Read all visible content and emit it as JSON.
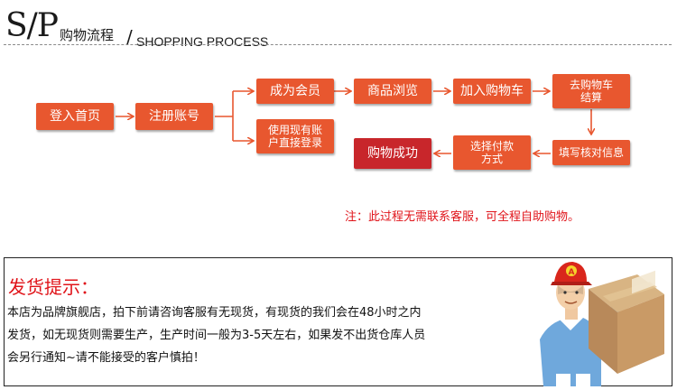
{
  "header": {
    "sp_text": "S/P",
    "zh_title": "购物流程",
    "slash": "/",
    "en_title": "SHOPPING PROCESS"
  },
  "flow": {
    "login_home": "登入首页",
    "register": "注册账号",
    "become_member": "成为会员",
    "use_existing_line1": "使用现有账",
    "use_existing_line2": "户直接登录",
    "browse": "商品浏览",
    "add_cart": "加入购物车",
    "checkout_line1": "去购物车",
    "checkout_line2": "结算",
    "fill_info": "填写核对信息",
    "pay_line1": "选择付款",
    "pay_line2": "方式",
    "success": "购物成功"
  },
  "note": "注：此过程无需联系客服，可全程自助购物。",
  "notice": {
    "title": "发货提示：",
    "line1": "本店为品牌旗舰店，拍下前请咨询客服有无现货，有现货的我们会在48小时之内",
    "line2": "发货，如无现货则需要生产，生产时间一般为3-5天左右，如果发不出货仓库人员",
    "line3": "会另行通知~请不能接受的客户慎拍！",
    "cap_letter": "A"
  },
  "colors": {
    "box": "#e8572f",
    "box_success": "#c8262b",
    "accent_red": "#e0141a"
  }
}
